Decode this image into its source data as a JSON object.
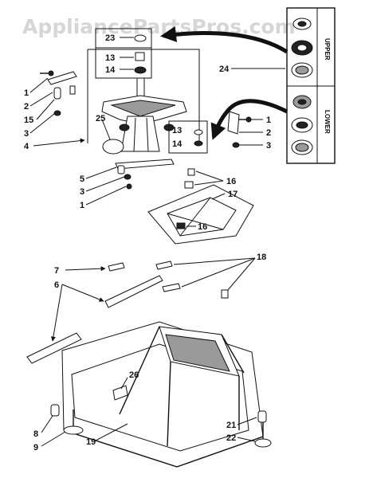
{
  "watermark": "AppliancePartsPros.com",
  "inset": {
    "upper_label": "UPPER",
    "lower_label": "LOWER"
  },
  "callouts": {
    "c23": "23",
    "c13a": "13",
    "c14a": "14",
    "c1a": "1",
    "c2a": "2",
    "c15": "15",
    "c3a": "3",
    "c4": "4",
    "c25": "25",
    "c24": "24",
    "c1b": "1",
    "c13b": "13",
    "c2b": "2",
    "c14b": "14",
    "c3b": "3",
    "c5": "5",
    "c3c": "3",
    "c1c": "1",
    "c16a": "16",
    "c17": "17",
    "c16b": "16",
    "c7": "7",
    "c18": "18",
    "c6": "6",
    "c26": "26",
    "c8": "8",
    "c9": "9",
    "c19": "19",
    "c21": "21",
    "c22": "22"
  },
  "colors": {
    "line": "#111111",
    "watermark": "#d6d6d6",
    "arrow": "#111111"
  }
}
